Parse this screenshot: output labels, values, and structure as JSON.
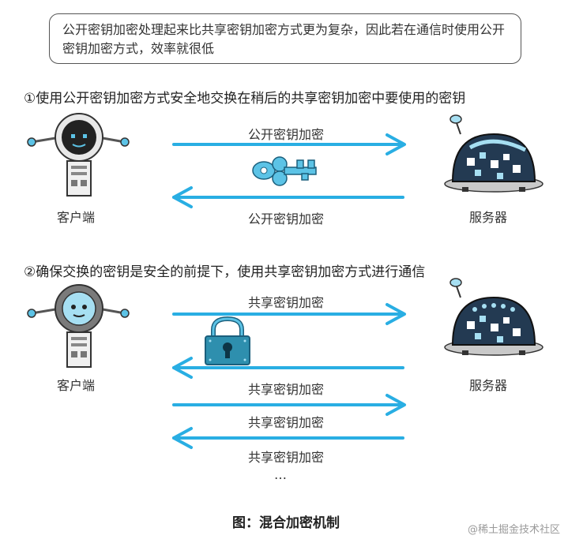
{
  "note": "公开密钥加密处理起来比共享密钥加密方式更为复杂，因此若在通信时使用公开密钥加密方式，效率就很低",
  "step1": {
    "title": "①使用公开密钥加密方式安全地交换在稍后的共享密钥加密中要使用的密钥",
    "arrow_top_label": "公开密钥加密",
    "arrow_bottom_label": "公开密钥加密",
    "client_label": "客户端",
    "server_label": "服务器"
  },
  "step2": {
    "title": "②确保交换的密钥是安全的前提下，使用共享密钥加密方式进行通信",
    "arrow_labels": [
      "共享密钥加密",
      "共享密钥加密",
      "共享密钥加密",
      "共享密钥加密"
    ],
    "ellipsis": "…",
    "client_label": "客户端",
    "server_label": "服务器"
  },
  "caption": "图：混合加密机制",
  "watermark": "@稀土掘金技术社区",
  "colors": {
    "arrow": "#29aee3",
    "key": "#5cc3e6",
    "lock": "#2e8fae",
    "robot_dark": "#222222",
    "robot_light": "#a6dff2",
    "server_dome": "#233a52"
  }
}
